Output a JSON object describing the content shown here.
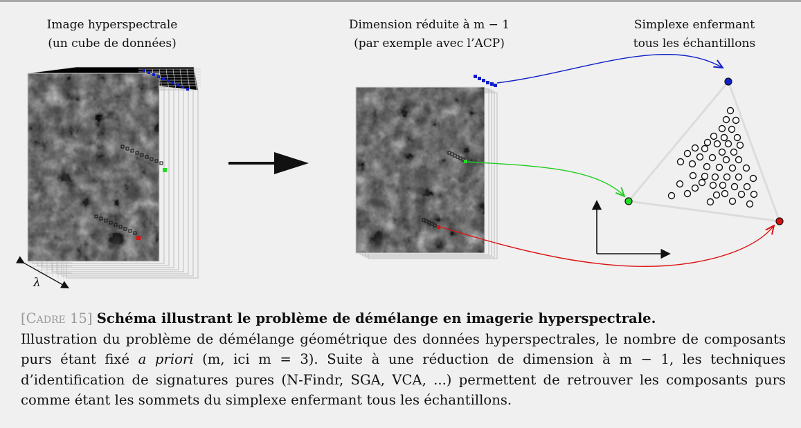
{
  "labels": {
    "cube_title_line1": "Image hyperspectrale",
    "cube_title_line2": "(un cube de données)",
    "reduced_title_line1": "Dimension réduite à m − 1",
    "reduced_title_line2": "(par exemple avec l’ACP)",
    "simplex_title_line1": "Simplexe enfermant",
    "simplex_title_line2": "tous les échantillons",
    "lambda": "λ"
  },
  "colors": {
    "endmember_blue": "#1020c8",
    "endmember_green": "#22dd22",
    "endmember_red": "#dd1111",
    "simplex_edge": "#dcdcdc",
    "background": "#f0f0f0"
  },
  "caption": {
    "tag": "[Cadre 15]",
    "title": "Schéma illustrant le problème de démélange en imagerie hyperspectrale.",
    "body_part1": "Illustration du problème de démélange géométrique des données hyperspectrales, le nombre de composants purs étant fixé ",
    "body_emph": "a priori",
    "body_part2": " (m, ici m = 3). Suite à une réduction de dimension à m − 1, les techniques d’identification de signatures pures (N-Findr, SGA, VCA, ...) permettent de retrouver les composants purs comme étant les sommets du simplexe enfermant tous les échantillons."
  }
}
